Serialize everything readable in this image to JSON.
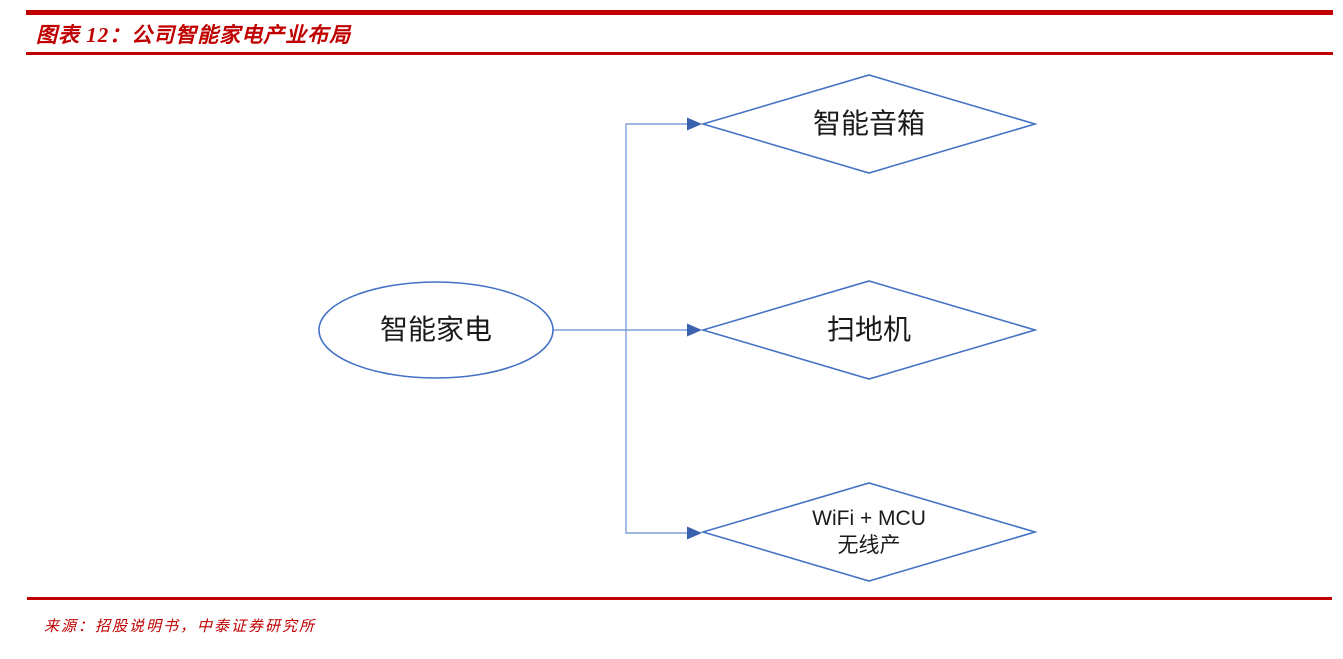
{
  "header": {
    "title": "图表 12：公司智能家电产业布局"
  },
  "diagram": {
    "root": {
      "label": "智能家电"
    },
    "branches": [
      {
        "label": "智能音箱"
      },
      {
        "label": "扫地机"
      },
      {
        "label_line1": "WiFi + MCU",
        "label_line2": "无线产"
      }
    ]
  },
  "footer": {
    "source": "来源：招股说明书，中泰证券研究所"
  },
  "colors": {
    "accent_red": "#C00000",
    "shape_blue": "#4472C4",
    "connector_blue": "#7F9FD8",
    "arrow_blue": "#3A62AE"
  }
}
